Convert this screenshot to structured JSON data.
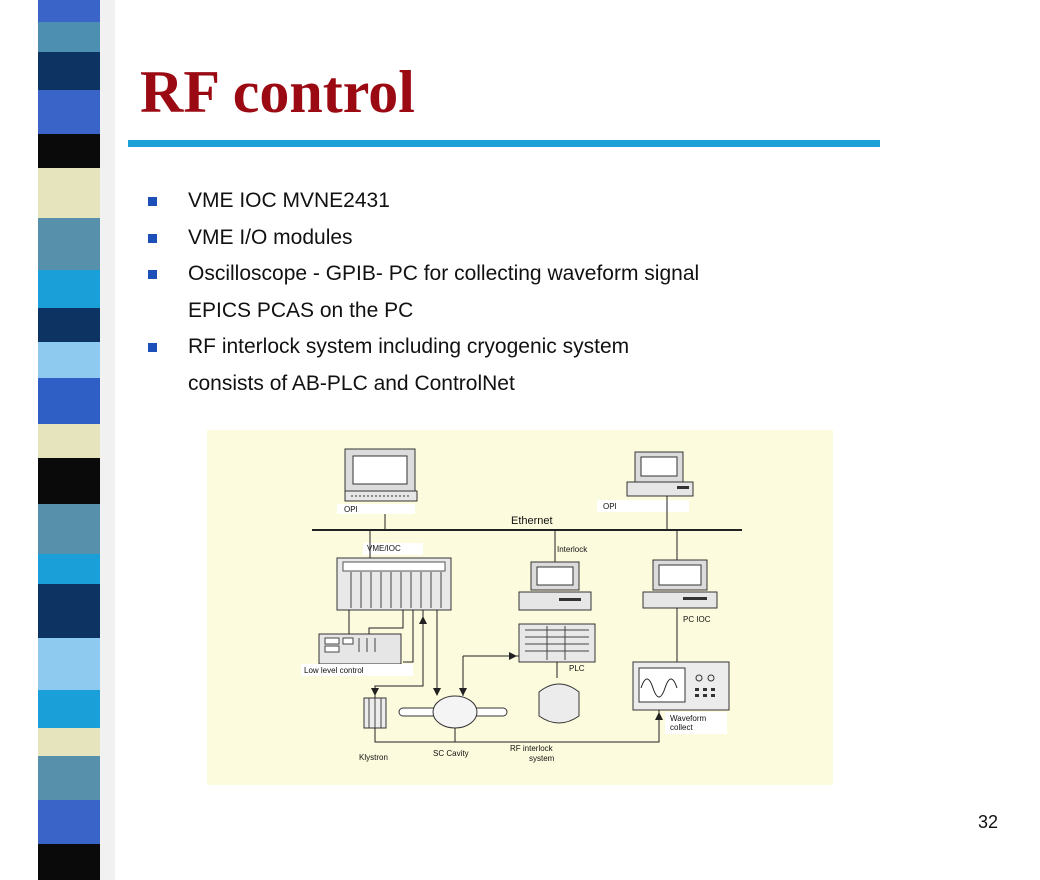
{
  "slide": {
    "title": "RF control",
    "page_number": "32",
    "accent_color": "#9b0a12",
    "rule_color": "#1aa0d6",
    "bullet_color": "#1d4fb8"
  },
  "bullets": [
    {
      "text": "VME IOC MVNE2431",
      "continuation": []
    },
    {
      "text": "VME I/O modules",
      "continuation": []
    },
    {
      "text": "Oscilloscope - GPIB- PC for collecting waveform signal",
      "continuation": [
        "EPICS PCAS on the PC"
      ]
    },
    {
      "text": "RF interlock system including cryogenic system",
      "continuation": [
        "consists of  AB-PLC and ControlNet"
      ]
    }
  ],
  "diagram": {
    "labels": {
      "opi_left": "OPI",
      "opi_right": "OPI",
      "ethernet": "Ethernet",
      "vme_ioc": "VME/IOC",
      "interlock": "Interlock",
      "pc_ioc": "PC IOC",
      "plc": "PLC",
      "low_level_control": "Low level control",
      "waveform_1": "Waveform",
      "waveform_2": "collect",
      "klystron": "Klystron",
      "sc_cavity": "SC Cavity",
      "rf_interlock_1": "RF interlock",
      "rf_interlock_2": "system"
    }
  }
}
